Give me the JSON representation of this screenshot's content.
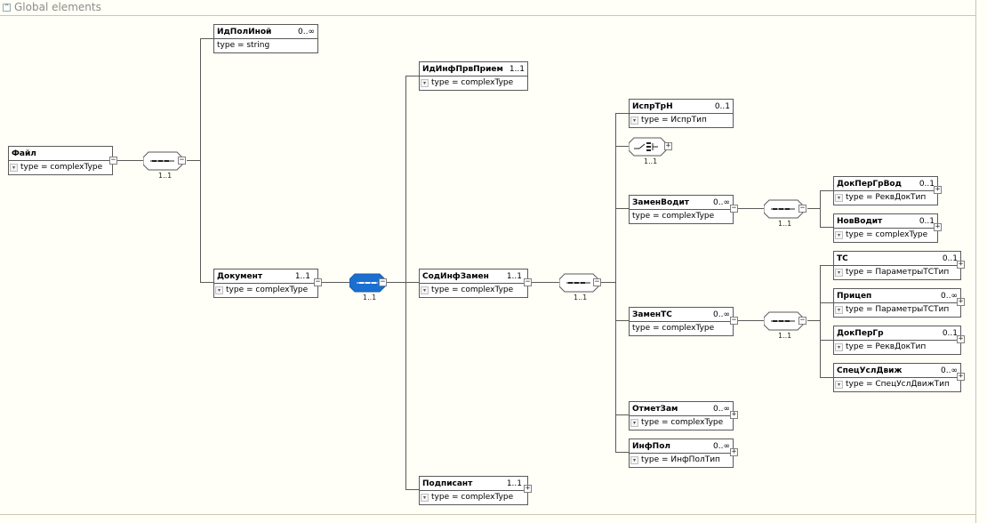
{
  "section": {
    "title": "Global elements"
  },
  "diagram": {
    "root": {
      "name": "Файл",
      "cardinality": "",
      "type": "type = complexType"
    },
    "idPolInoy": {
      "name": "ИдПолИной",
      "cardinality": "0..∞",
      "type": "type = string"
    },
    "document": {
      "name": "Документ",
      "cardinality": "1..1",
      "type": "type = complexType"
    },
    "idInfPrvPriem": {
      "name": "ИдИнфПрвПрием",
      "cardinality": "1..1",
      "type": "type = complexType"
    },
    "sodInfZamen": {
      "name": "СодИнфЗамен",
      "cardinality": "1..1",
      "type": "type = complexType"
    },
    "podpisant": {
      "name": "Подписант",
      "cardinality": "1..1",
      "type": "type = complexType"
    },
    "isprTrN": {
      "name": "ИспрТрН",
      "cardinality": "0..1",
      "type": "type = ИспрТип"
    },
    "zamenVodit": {
      "name": "ЗаменВодит",
      "cardinality": "0..∞",
      "type": "type = complexType"
    },
    "zamenTS": {
      "name": "ЗаменТС",
      "cardinality": "0..∞",
      "type": "type = complexType"
    },
    "otmetZam": {
      "name": "ОтметЗам",
      "cardinality": "0..∞",
      "type": "type = complexType"
    },
    "infPol": {
      "name": "ИнфПол",
      "cardinality": "0..∞",
      "type": "type = ИнфПолТип"
    },
    "dokPerGrVod": {
      "name": "ДокПерГрВод",
      "cardinality": "0..1",
      "type": "type = РеквДокТип"
    },
    "novVodit": {
      "name": "НовВодит",
      "cardinality": "0..1",
      "type": "type = complexType"
    },
    "ts": {
      "name": "ТС",
      "cardinality": "0..1",
      "type": "type = ПараметрыТСТип"
    },
    "pricep": {
      "name": "Прицеп",
      "cardinality": "0..∞",
      "type": "type = ПараметрыТСТип"
    },
    "dokPerGr": {
      "name": "ДокПерГр",
      "cardinality": "0..1",
      "type": "type = РеквДокТип"
    },
    "specUslDvizh": {
      "name": "СпецУслДвиж",
      "cardinality": "0..∞",
      "type": "type = СпецУслДвижТип"
    },
    "compositor_labels": {
      "seq_root": "1..1",
      "seq_document": "1..1",
      "seq_sodinf": "1..1",
      "choice_ispr": "1..1",
      "seq_zamenvodit": "1..1",
      "seq_zaments": "1..1"
    },
    "colors": {
      "selected": "#1a6fd0",
      "line": "#5a5a5a",
      "border": "#5a5a5a"
    }
  }
}
